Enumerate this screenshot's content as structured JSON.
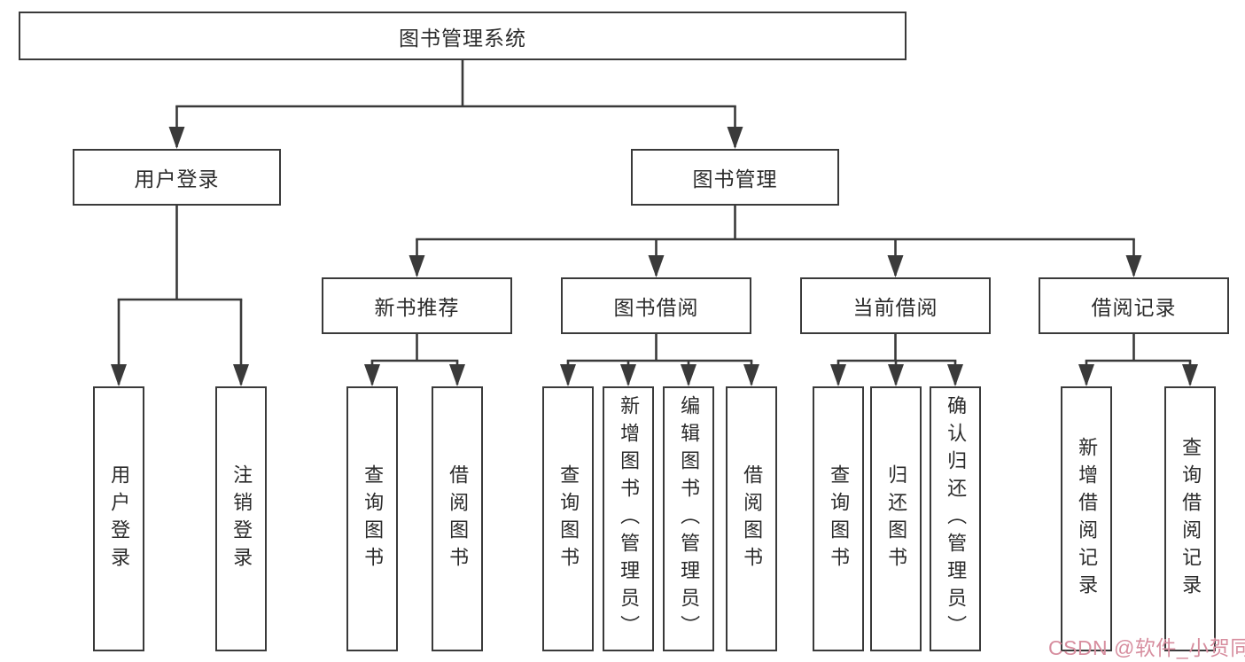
{
  "diagram": {
    "root": {
      "label": "图书管理系统"
    },
    "level2": [
      {
        "id": "user-login",
        "label": "用户登录"
      },
      {
        "id": "book-management",
        "label": "图书管理"
      }
    ],
    "level3": [
      {
        "id": "new-book-recommend",
        "parent": "图书管理",
        "label": "新书推荐"
      },
      {
        "id": "book-borrow",
        "parent": "图书管理",
        "label": "图书借阅"
      },
      {
        "id": "current-borrow",
        "parent": "图书管理",
        "label": "当前借阅"
      },
      {
        "id": "borrow-records",
        "parent": "图书管理",
        "label": "借阅记录"
      }
    ],
    "leaves": [
      {
        "parent": "用户登录",
        "label": "用户登录"
      },
      {
        "parent": "用户登录",
        "label": "注销登录"
      },
      {
        "parent": "新书推荐",
        "label": "查询图书"
      },
      {
        "parent": "新书推荐",
        "label": "借阅图书"
      },
      {
        "parent": "图书借阅",
        "label": "查询图书"
      },
      {
        "parent": "图书借阅",
        "label": "新增图书（管理员）"
      },
      {
        "parent": "图书借阅",
        "label": "编辑图书（管理员）"
      },
      {
        "parent": "图书借阅",
        "label": "借阅图书"
      },
      {
        "parent": "当前借阅",
        "label": "查询图书"
      },
      {
        "parent": "当前借阅",
        "label": "归还图书"
      },
      {
        "parent": "当前借阅",
        "label": "确认归还（管理员）"
      },
      {
        "parent": "借阅记录",
        "label": "新增借阅记录"
      },
      {
        "parent": "借阅记录",
        "label": "查询借阅记录"
      }
    ]
  },
  "watermark": {
    "text": "CSDN @软件_小贺同学"
  },
  "colors": {
    "line": "#3a3a3a",
    "text": "#2b2b2b",
    "background": "#ffffff",
    "watermark": "#d78e9f"
  }
}
